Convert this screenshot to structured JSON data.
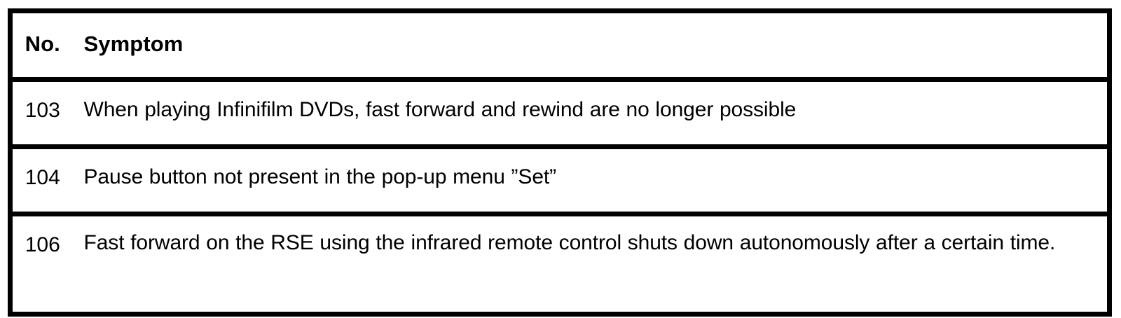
{
  "table": {
    "columns": [
      {
        "key": "no",
        "label": "No."
      },
      {
        "key": "symptom",
        "label": "Symptom"
      }
    ],
    "rows": [
      {
        "no": "103",
        "symptom": "When playing Infinifilm DVDs, fast forward and rewind are no longer possible"
      },
      {
        "no": "104",
        "symptom": "Pause button not present in the pop-up menu ”Set”"
      },
      {
        "no": "106",
        "symptom": "Fast forward on the RSE using the infrared remote control shuts down autonomously after a certain time."
      }
    ]
  },
  "style": {
    "border_color": "#000000",
    "text_color": "#000000",
    "background": "#ffffff"
  }
}
